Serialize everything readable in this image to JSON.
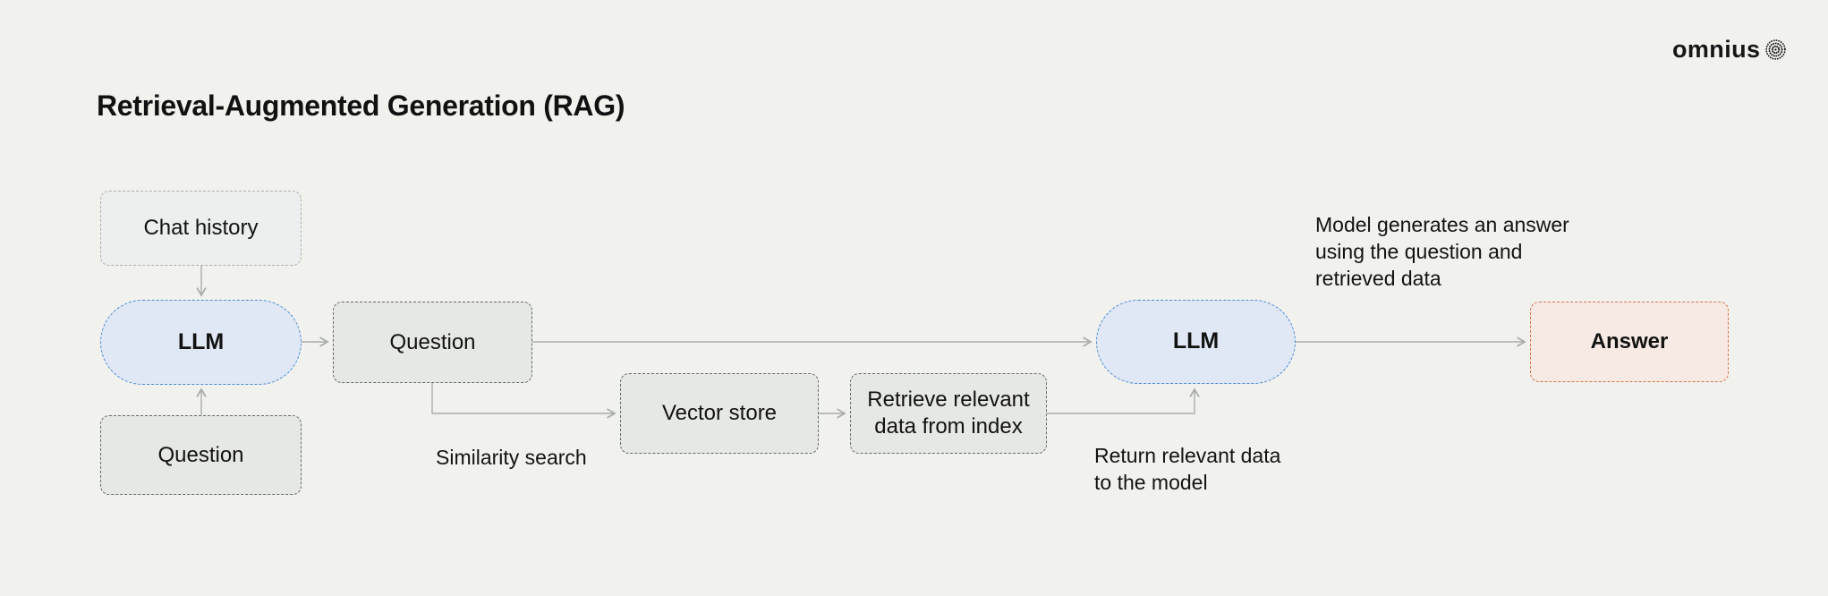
{
  "header": {
    "title": "Retrieval-Augmented Generation (RAG)",
    "logo_text": "omnius"
  },
  "diagram": {
    "nodes": [
      {
        "id": "chat-history",
        "label": "Chat history"
      },
      {
        "id": "llm-left",
        "label": "LLM"
      },
      {
        "id": "question-left",
        "label": "Question"
      },
      {
        "id": "question-middle",
        "label": "Question"
      },
      {
        "id": "vector-store",
        "label": "Vector store"
      },
      {
        "id": "retrieve-data",
        "label": "Retrieve relevant data from index"
      },
      {
        "id": "llm-right",
        "label": "LLM"
      },
      {
        "id": "answer",
        "label": "Answer"
      }
    ],
    "annotations": [
      {
        "id": "similarity-search",
        "text": "Similarity search"
      },
      {
        "id": "return-data",
        "text": "Return relevant data\nto the model"
      },
      {
        "id": "model-generates",
        "text": "Model generates an answer\nusing the question and\nretrieved data"
      }
    ],
    "colors": {
      "background": "#f1f1ee",
      "llm_fill": "#dfe8f4",
      "llm_border": "#4c8cd6",
      "box_fill": "#e5e8e3",
      "box_border": "#636e6a",
      "chat_history_fill": "#ecefee",
      "chat_history_border": "#adb3b0",
      "answer_fill": "#f7eae4",
      "answer_border": "#d5764f",
      "connector": "#a9aeac",
      "text": "#121212"
    }
  }
}
